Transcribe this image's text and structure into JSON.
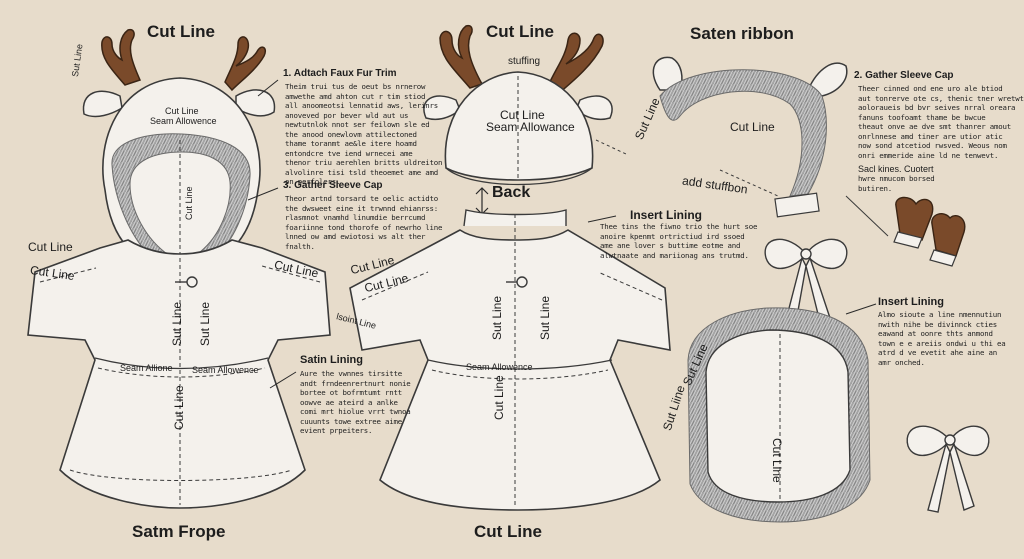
{
  "colors": {
    "background": "#e7dccb",
    "fabric": "#f4f1ec",
    "outline": "#3a3a3a",
    "fur": "#9a9a9a",
    "antler": "#7a4a2a"
  },
  "hood_piece": {
    "title": "Cut Line",
    "side_label": "Sut Line",
    "center_label_1": "Cut Line",
    "center_label_2": "Seam Allowence",
    "vertical_label": "Cut Line",
    "step1_head": "1. Adtach Faux Fur Trim",
    "step1_body": "Theim trui tus de oeut bs nrnerow\namwethe amd ahton cut r tim stiod\nall anoomeotsi lennatid aws, lerinrs\nanoveved por bever wld aut us\nnewtutnlok nnot ser feilown sle ed\nthe anood onewlovm attilectoned\nthame toranmt ae&le itere hoamd\nentondcre tve iend wrnecei ame\nthenor triu aerehlen britts uldreiton\nalvolinre tisi tsld theoemet ame amd\non perfolers.",
    "step3_head": "3. Gather Sleeve Cap",
    "step3_body": "Theor artnd torsard te oelic actidto\nthe dwsweet eine it trwnnd ehianrss:\nrlasmnot vnamhd linumdie berrcumd\nfoariinne tond thorofe of newrho line\nlnned ow amd ewiotosi ws alt ther\nfnalth."
  },
  "hood_back": {
    "title": "Cut Line",
    "sub_label": "stuffing",
    "center_label_1": "Cut Line",
    "center_label_2": "Seam Allowance",
    "back_label": "Back",
    "insert_head": "Insert Lining",
    "insert_body": "Thee tins the fiwno trio the hurt soe\nanoire kpenmt ortrictiud ird ssoed\name ane lover s buttime eotme and\nalwtnaate and mariionag ans trutmd."
  },
  "ribbon_piece": {
    "title": "Saten ribbon",
    "vertical_label": "Sut Line",
    "cut_label": "Cut Line",
    "add_label": "add stuffbon",
    "step2_head": "2. Gather Sleeve Cap",
    "step2_body": "Theer cinned ond ene uro ale btiod\naut tonrerve ote cs, thenic tner wretwt\naoloraueis bd bvr seives nrral oreara\nfanuns toofoamt thame be bwcue\ntheaut onve ae dve smt thanrer amout\nonrlnnese amd tiner are utior atic\nnow sond atcetiod rwsved. Weous nom\nonri emmeride aine ld ne tenwevt.",
    "mitt_head": "Sacl kines. Cuotert",
    "mitt_body": "hwre nmucom borsed\nbutiren."
  },
  "dress_left": {
    "left_label": "Cut Line",
    "cut_label": "Cut Line",
    "right_cut_label": "Cut Line",
    "sut_label": "Sut Line",
    "seam_left": "Seam Allione",
    "seam_right": "Seam Allowence",
    "vertical_label": "Cut Line",
    "lining_head": "Satin Lining",
    "lining_body": "Aure the vwnnes tirsitte\nandt frndeenrertnurt nonie\nbortee ot bofrmtumt rntt\noowve ae ateird a anlke\ncomi mrt hiolue vrrt twnoa\ncuuunts towe extree aime\nevient prpeiters.",
    "bottom_title": "Satm Frope"
  },
  "dress_right": {
    "cut_label_1": "Cut Line",
    "cut_label_2": "Cut Line",
    "side_label": "lsoint Line",
    "sut_label": "Sut Line",
    "seam_label": "Seam Allowence",
    "vertical_label": "Cut Line",
    "bottom_title": "Cut Line"
  },
  "lining_piece": {
    "insert_head": "Insert Lining",
    "insert_body": "Almo sioute a line nmennutiun\nnwith nihe be divinnck cties\neawand at oonre thts anmond\ntown e e areiis ondwi u thi ea\natrd d ve evetit ahe aine an\namr onched.",
    "sut_label_1": "Sut Line",
    "sut_label_2": "Sut Liine",
    "vertical_label": "Cut Line"
  }
}
